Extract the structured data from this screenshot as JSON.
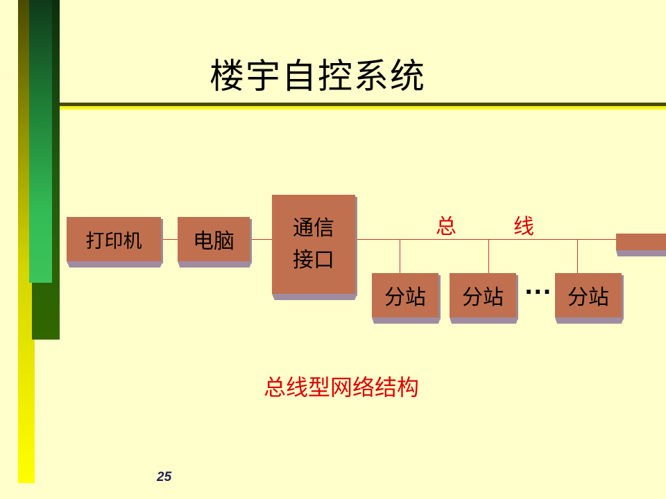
{
  "title": "楼宇自控系统",
  "diagram": {
    "printer": "打印机",
    "computer": "电脑",
    "comm_interface": "通信\n接口",
    "bus_label": [
      "总",
      "线"
    ],
    "stations": [
      "分站",
      "分站",
      "分站"
    ],
    "ellipsis": "···",
    "caption": "总线型网络结构"
  },
  "page_number": "25",
  "colors": {
    "box": "#C0704F",
    "box_shadow": "#A08CA0",
    "line": "#CC3333",
    "red_text": "#DD0000",
    "background": "#FFFFCC"
  }
}
